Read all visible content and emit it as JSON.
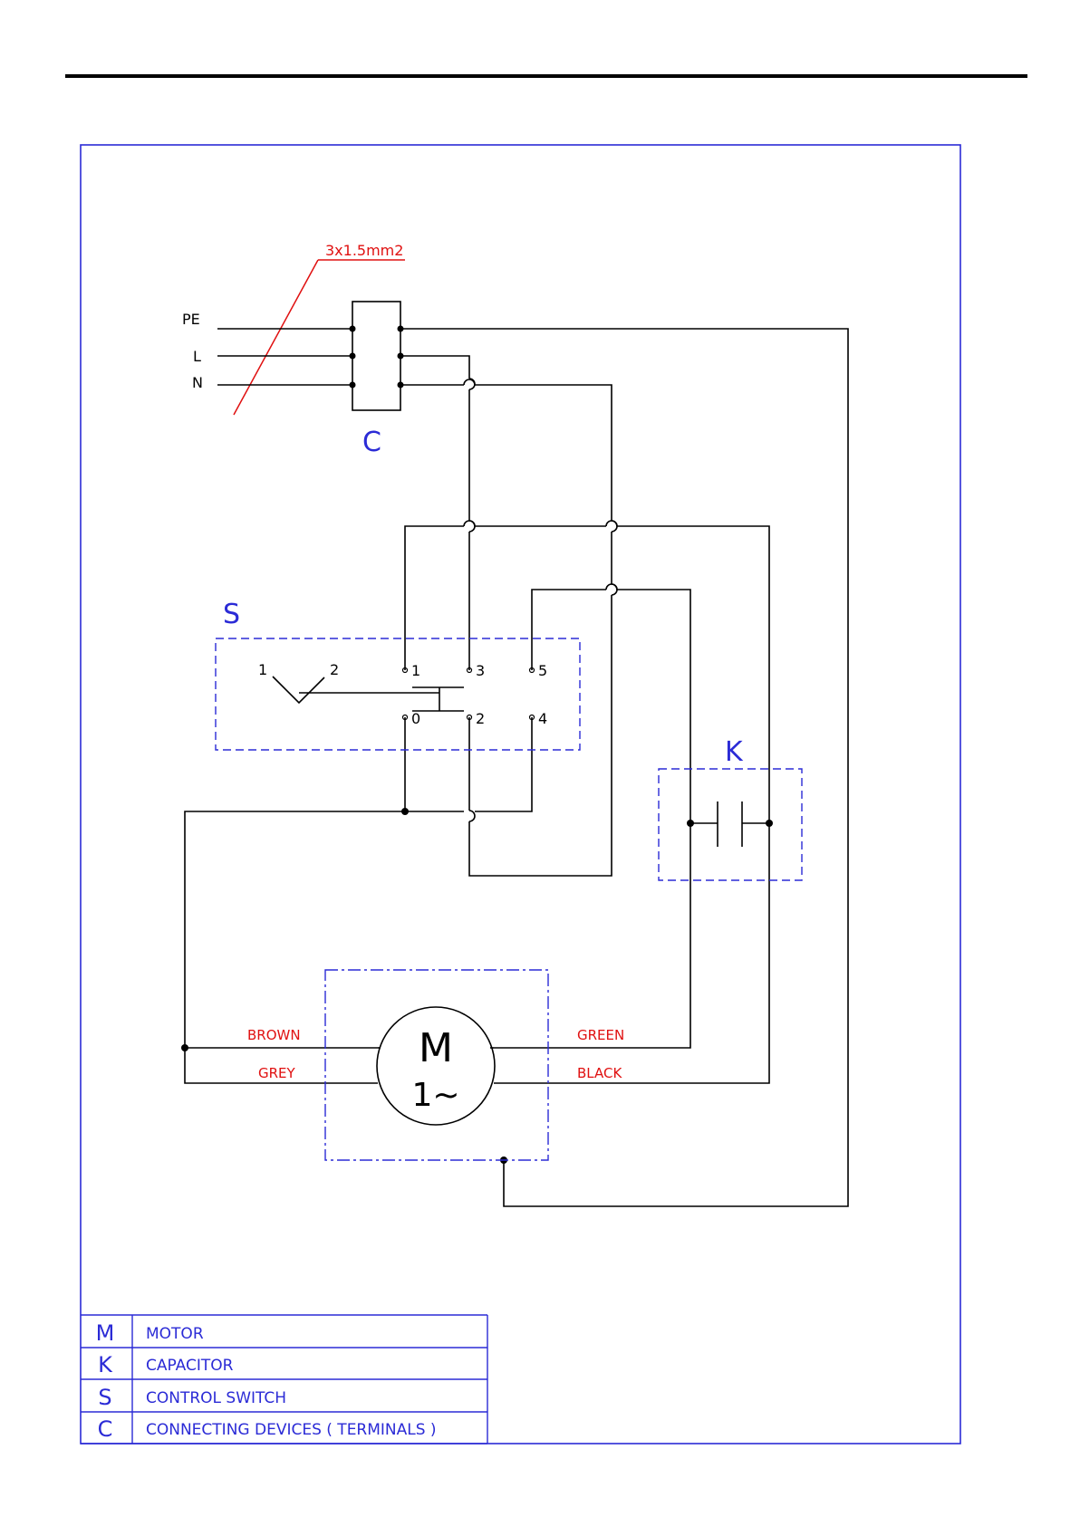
{
  "cable_spec": "3x1.5mm2",
  "supply": {
    "pe": "PE",
    "l": "L",
    "n": "N"
  },
  "terminal_block_label": "C",
  "switch": {
    "label": "S",
    "selector_positions": [
      "1",
      "2"
    ],
    "top_contacts": [
      "1",
      "3",
      "5"
    ],
    "bottom_contacts": [
      "0",
      "2",
      "4"
    ]
  },
  "capacitor_label": "K",
  "motor": {
    "symbol": "M",
    "phase": "1~",
    "wires_left": [
      "BROWN",
      "GREY"
    ],
    "wires_right": [
      "GREEN",
      "BLACK"
    ]
  },
  "legend": [
    {
      "code": "M",
      "description": "MOTOR"
    },
    {
      "code": "K",
      "description": "CAPACITOR"
    },
    {
      "code": "S",
      "description": "CONTROL SWITCH"
    },
    {
      "code": "C",
      "description": "CONNECTING DEVICES ( TERMINALS )"
    }
  ],
  "colors": {
    "frame": "#2b2bd6",
    "wire": "#000000",
    "annotation": "#e01010"
  }
}
